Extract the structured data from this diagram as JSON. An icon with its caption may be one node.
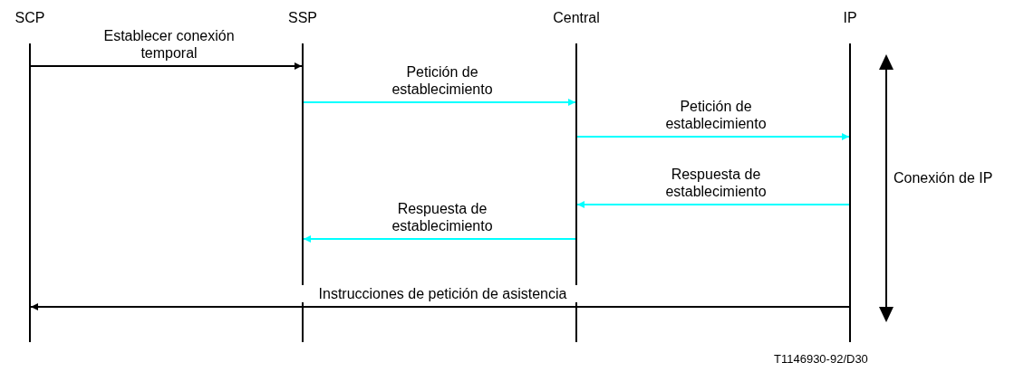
{
  "diagram": {
    "nodes": [
      {
        "text": [
          "SCP"
        ]
      },
      {
        "text": [
          "SSP"
        ]
      },
      {
        "text": [
          "Central"
        ]
      },
      {
        "text": [
          "IP"
        ]
      }
    ],
    "edges": [
      {
        "from": 0,
        "to": 1,
        "arrow": "to",
        "label": "Establecer conexión temporal",
        "color": "#000000"
      },
      {
        "from": 1,
        "to": 2,
        "arrow": "to",
        "label": "Petición de establecimiento"
      },
      {
        "from": 2,
        "to": 3,
        "arrow": "to",
        "label": "Petición de establecimiento"
      },
      {
        "from": 3,
        "to": 2,
        "arrow": "to",
        "label": "Respuesta de establecimiento"
      },
      {
        "from": 2,
        "to": 1,
        "arrow": "to",
        "label": "Respuesta de establecimiento"
      },
      {
        "from": 3,
        "to": 0,
        "arrow": "to",
        "label": "Instrucciones de petición de asistencia",
        "color": "#000000"
      }
    ],
    "labels": [
      "Conexión de IP",
      "T1146930-92/D30"
    ]
  }
}
